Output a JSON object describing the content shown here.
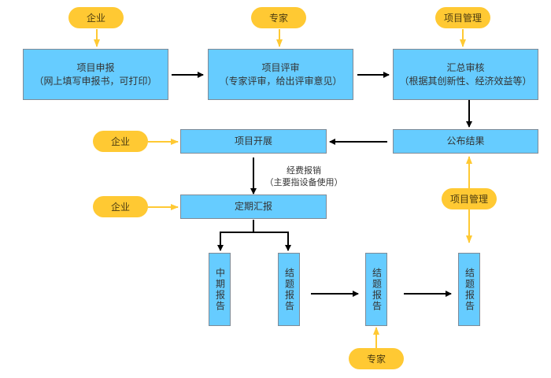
{
  "colors": {
    "process_box": "#66ccff",
    "actor_pill": "#ffc933",
    "flow_arrow": "#000000",
    "actor_arrow": "#ffc933"
  },
  "processes": {
    "apply": {
      "title": "项目申报",
      "detail": "（网上填写申报书，可打印）"
    },
    "review": {
      "title": "项目评审",
      "detail": "（专家评审，给出评审意见）"
    },
    "audit": {
      "title": "汇总审核",
      "detail": "（根据其创新性、经济效益等）"
    },
    "publish": {
      "title": "公布结果"
    },
    "execute": {
      "title": "项目开展"
    },
    "report": {
      "title": "定期汇报"
    },
    "midterm": {
      "title": "中期报告"
    },
    "final1": {
      "title": "结题报告"
    },
    "final2": {
      "title": "结题报告"
    },
    "final3": {
      "title": "结题报告"
    }
  },
  "actors": {
    "enterprise_apply": "企业",
    "expert_review": "专家",
    "management_audit": "项目管理",
    "enterprise_execute": "企业",
    "enterprise_report": "企业",
    "management_publish": "项目管理",
    "expert_final": "专家"
  },
  "annotations": {
    "expense_title": "经费报销",
    "expense_detail": "（主要指设备使用）"
  }
}
